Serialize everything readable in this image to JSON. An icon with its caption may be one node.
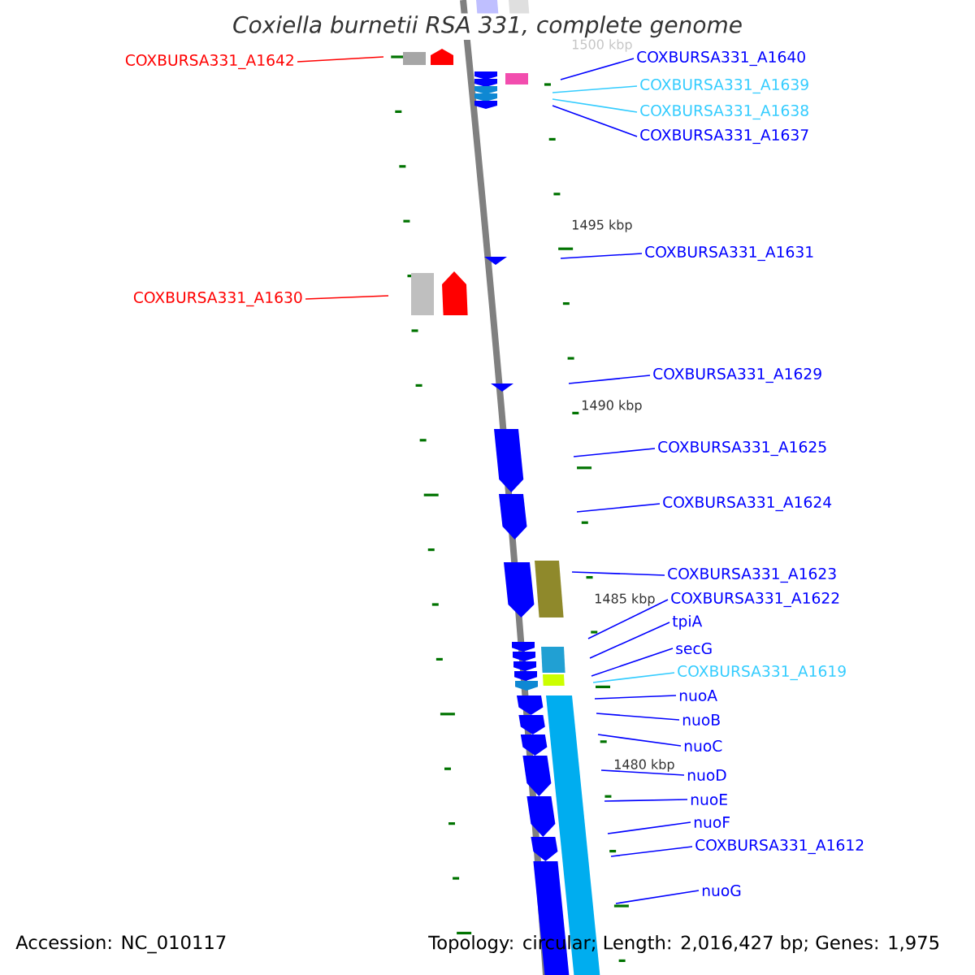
{
  "diagram": {
    "title": "*Coxiella burnetii* RSA 331, complete genome",
    "nodes": [
      {
        "text": [
          "COXBURSA331_A1642"
        ]
      },
      {
        "text": [
          "COXBURSA331_A1630"
        ]
      },
      {
        "text": [
          "COXBURSA331_A1640"
        ]
      },
      {
        "text": [
          "COXBURSA331_A1639"
        ]
      },
      {
        "text": [
          "COXBURSA331_A1638"
        ]
      },
      {
        "text": [
          "COXBURSA331_A1637"
        ]
      },
      {
        "text": [
          "COXBURSA331_A1631"
        ]
      },
      {
        "text": [
          "COXBURSA331_A1629"
        ]
      },
      {
        "text": [
          "COXBURSA331_A1625"
        ]
      },
      {
        "text": [
          "COXBURSA331_A1624"
        ]
      },
      {
        "text": [
          "COXBURSA331_A1623"
        ]
      },
      {
        "text": [
          "COXBURSA331_A1622"
        ]
      },
      {
        "text": [
          "tpiA"
        ]
      },
      {
        "text": [
          "secG"
        ]
      },
      {
        "text": [
          "COXBURSA331_A1619"
        ]
      },
      {
        "text": [
          "nuoA"
        ]
      },
      {
        "text": [
          "nuoB"
        ]
      },
      {
        "text": [
          "nuoC"
        ]
      },
      {
        "text": [
          "nuoD"
        ]
      },
      {
        "text": [
          "nuoE"
        ]
      },
      {
        "text": [
          "nuoF"
        ]
      },
      {
        "text": [
          "COXBURSA331_A1612"
        ]
      },
      {
        "text": [
          "nuoG"
        ]
      }
    ],
    "edges": [
      {
        "from": 0,
        "to": null,
        "arrow": "none",
        "color": "#ff0000"
      },
      {
        "from": 1,
        "to": null,
        "arrow": "none",
        "color": "#ff0000"
      },
      {
        "from": 2,
        "to": null,
        "arrow": "none"
      },
      {
        "from": 3,
        "to": null,
        "arrow": "none",
        "color": "#33ccff"
      },
      {
        "from": 4,
        "to": null,
        "arrow": "none",
        "color": "#33ccff"
      },
      {
        "from": 5,
        "to": null,
        "arrow": "none"
      },
      {
        "from": 6,
        "to": null,
        "arrow": "none"
      },
      {
        "from": 7,
        "to": null,
        "arrow": "none"
      },
      {
        "from": 8,
        "to": null,
        "arrow": "none"
      },
      {
        "from": 9,
        "to": null,
        "arrow": "none"
      },
      {
        "from": 10,
        "to": null,
        "arrow": "none"
      },
      {
        "from": 11,
        "to": null,
        "arrow": "none"
      },
      {
        "from": 12,
        "to": null,
        "arrow": "none"
      },
      {
        "from": 13,
        "to": null,
        "arrow": "none"
      },
      {
        "from": 14,
        "to": null,
        "arrow": "none",
        "color": "#33ccff"
      },
      {
        "from": 15,
        "to": null,
        "arrow": "none"
      },
      {
        "from": 16,
        "to": null,
        "arrow": "none"
      },
      {
        "from": 17,
        "to": null,
        "arrow": "none"
      },
      {
        "from": 18,
        "to": null,
        "arrow": "none"
      },
      {
        "from": 19,
        "to": null,
        "arrow": "none"
      },
      {
        "from": 20,
        "to": null,
        "arrow": "none"
      },
      {
        "from": 21,
        "to": null,
        "arrow": "none"
      },
      {
        "from": 22,
        "to": null,
        "arrow": "none"
      }
    ],
    "labels": [
      "1500 kbp",
      "1495 kbp",
      "1490 kbp",
      "1485 kbp",
      "1480 kbp",
      "Accession: NC_010117",
      "Topology: circular; Length: 2,016,427 bp; Genes: 1,975"
    ]
  }
}
